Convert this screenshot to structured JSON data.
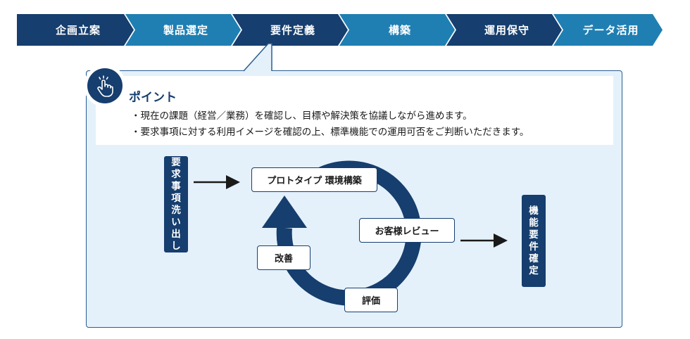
{
  "steps": [
    {
      "label": "企画立案",
      "color": "#163e6e"
    },
    {
      "label": "製品選定",
      "color": "#1f7fb3"
    },
    {
      "label": "要件定義",
      "color": "#163e6e",
      "active": true
    },
    {
      "label": "構築",
      "color": "#1f7fb3"
    },
    {
      "label": "運用保守",
      "color": "#163e6e"
    },
    {
      "label": "データ活用",
      "color": "#1f7fb3"
    }
  ],
  "point": {
    "icon": "hand-pointer-icon",
    "title": "ポイント",
    "lines": [
      "・現在の課題（経営／業務）を確認し、目標や解決策を協議しながら進めます。",
      "・要求事項に対する利用イメージを確認の上、標準機能での運用可否をご判断いただきます。"
    ]
  },
  "diagram": {
    "input_label": [
      "要",
      "求",
      "事",
      "項",
      "洗",
      "い",
      "出",
      "し"
    ],
    "output_label": [
      "機",
      "能",
      "要",
      "件",
      "確",
      "定"
    ],
    "cycle": {
      "prototype": "プロトタイプ 環境構築",
      "review": "お客様レビュー",
      "evaluation": "評価",
      "improvement": "改善"
    }
  },
  "colors": {
    "navy": "#163e6e",
    "blue": "#1f7fb3",
    "panel_bg": "#e4f1fb"
  }
}
